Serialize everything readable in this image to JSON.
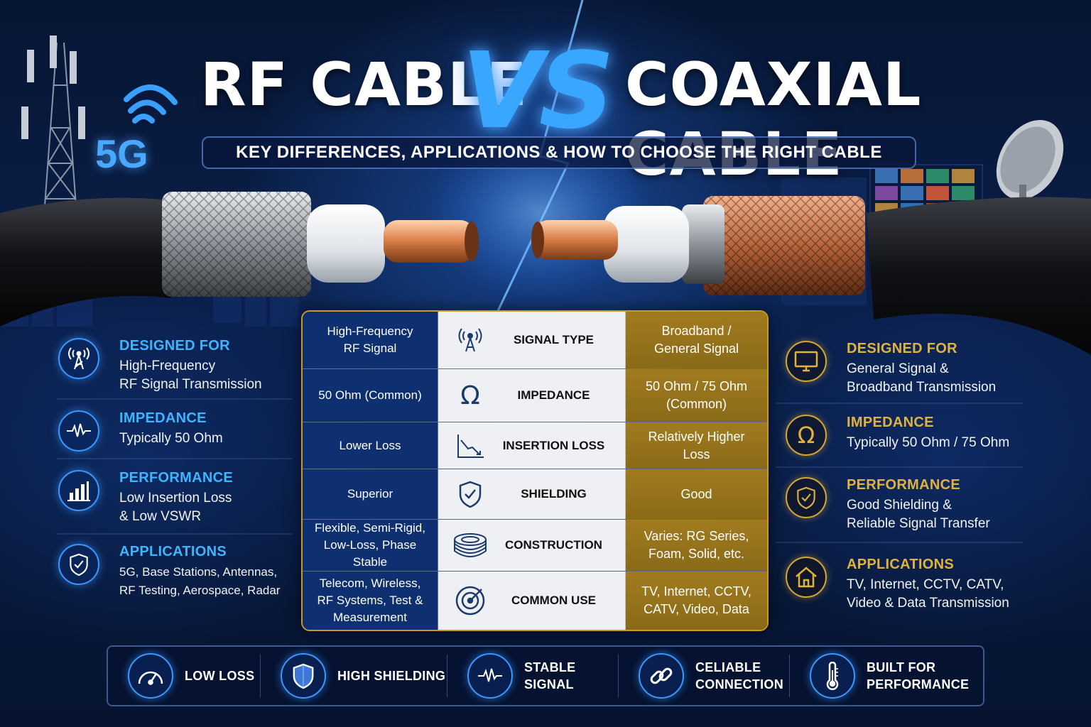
{
  "title": {
    "left": "RF CABLE",
    "vs": "VS",
    "right": "COAXIAL CABLE",
    "subtitle": "KEY DIFFERENCES, APPLICATIONS & HOW TO CHOOSE THE RIGHT CABLE"
  },
  "badge_5g": "5G",
  "colors": {
    "rf_accent": "#3fb4ff",
    "coax_accent": "#e0b23e",
    "rf_column": "#0e2f70",
    "coax_column": "#a17b1f"
  },
  "table": {
    "rows": [
      {
        "rf_line1": "High-Frequency",
        "rf_line2": "RF Signal",
        "icon": "signal-tower-icon",
        "label": "SIGNAL TYPE",
        "coax_line1": "Broadband /",
        "coax_line2": "General Signal"
      },
      {
        "rf_line1": "50 Ohm (Common)",
        "rf_line2": "",
        "icon": "omega-icon",
        "label": "IMPEDANCE",
        "coax_line1": "50 Ohm / 75 Ohm",
        "coax_line2": "(Common)"
      },
      {
        "rf_line1": "Lower Loss",
        "rf_line2": "",
        "icon": "loss-chart-icon",
        "label": "INSERTION LOSS",
        "coax_line1": "Relatively Higher",
        "coax_line2": "Loss"
      },
      {
        "rf_line1": "Superior",
        "rf_line2": "",
        "icon": "shield-check-icon",
        "label": "SHIELDING",
        "coax_line1": "Good",
        "coax_line2": ""
      },
      {
        "rf_line1": "Flexible, Semi-Rigid,",
        "rf_line2": "Low-Loss, Phase Stable",
        "icon": "cable-coil-icon",
        "label": "CONSTRUCTION",
        "coax_line1": "Varies: RG Series,",
        "coax_line2": "Foam, Solid, etc."
      },
      {
        "rf_line1": "Telecom, Wireless,",
        "rf_line2": "RF Systems, Test &",
        "rf_line3": "Measurement",
        "icon": "target-icon",
        "label": "COMMON USE",
        "coax_line1": "TV, Internet, CCTV,",
        "coax_line2": "CATV, Video, Data"
      }
    ]
  },
  "left_panel": [
    {
      "icon": "antenna-tower-icon",
      "head": "DESIGNED FOR",
      "line1": "High-Frequency",
      "line2": "RF Signal Transmission"
    },
    {
      "icon": "waveform-icon",
      "head": "IMPEDANCE",
      "line1": "Typically 50 Ohm",
      "line2": ""
    },
    {
      "icon": "bar-chart-icon",
      "head": "PERFORMANCE",
      "line1": "Low Insertion Loss",
      "line2": "& Low VSWR"
    },
    {
      "icon": "shield-check-icon",
      "head": "APPLICATIONS",
      "line1": "5G, Base Stations, Antennas,",
      "line2": "RF Testing, Aerospace, Radar"
    }
  ],
  "right_panel": [
    {
      "icon": "tv-monitor-icon",
      "head": "DESIGNED FOR",
      "line1": "General Signal &",
      "line2": "Broadband Transmission"
    },
    {
      "icon": "omega-icon",
      "head": "IMPEDANCE",
      "line1": "Typically 50 Ohm / 75 Ohm",
      "line2": ""
    },
    {
      "icon": "shield-check-icon",
      "head": "PERFORMANCE",
      "line1": "Good Shielding &",
      "line2": "Reliable Signal Transfer"
    },
    {
      "icon": "home-icon",
      "head": "APPLICATIONS",
      "line1": "TV, Internet, CCTV, CATV,",
      "line2": "Video & Data Transmission"
    }
  ],
  "bottom_bar": [
    {
      "icon": "speedometer-icon",
      "line1": "LOW LOSS",
      "line2": ""
    },
    {
      "icon": "shield-icon",
      "line1": "HIGH SHIELDING",
      "line2": ""
    },
    {
      "icon": "waveform-icon",
      "line1": "STABLE SIGNAL",
      "line2": ""
    },
    {
      "icon": "link-chain-icon",
      "line1": "CELIABLE",
      "line2": "CONNECTION"
    },
    {
      "icon": "thermometer-icon",
      "line1": "BUILT FOR",
      "line2": "PERFORMANCE"
    }
  ]
}
